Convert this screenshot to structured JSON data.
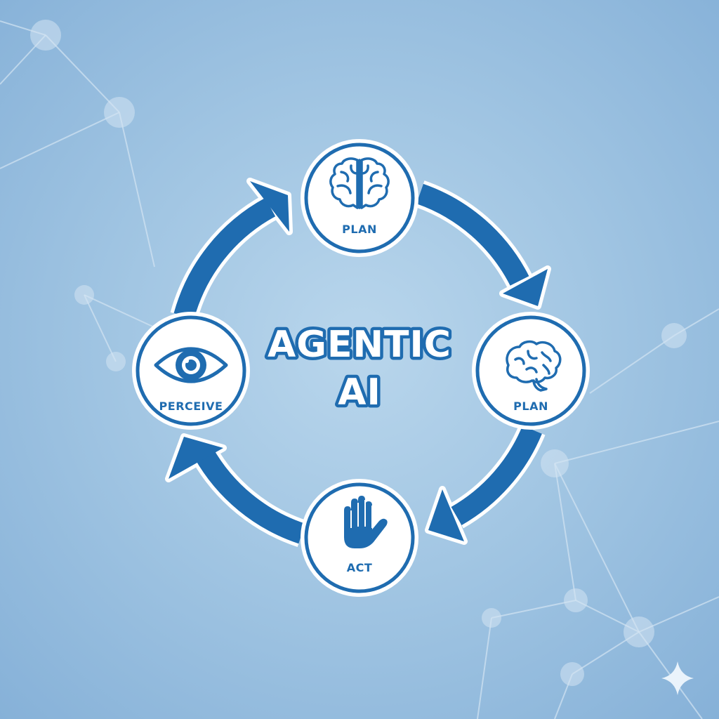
{
  "title": {
    "line1": "AGENTIC",
    "line2": "AI"
  },
  "nodes": [
    {
      "id": "top",
      "label": "PLAN",
      "icon": "brain-icon"
    },
    {
      "id": "right",
      "label": "PLAN",
      "icon": "brain-side-icon"
    },
    {
      "id": "bottom",
      "label": "ACT",
      "icon": "hand-icon"
    },
    {
      "id": "left",
      "label": "PERCEIVE",
      "icon": "eye-icon"
    }
  ],
  "colors": {
    "accent": "#1f6cb0",
    "node_fill": "#ffffff",
    "background": "#a2c6e3",
    "network": "#d3e4f2"
  },
  "cycle_direction": "clockwise"
}
